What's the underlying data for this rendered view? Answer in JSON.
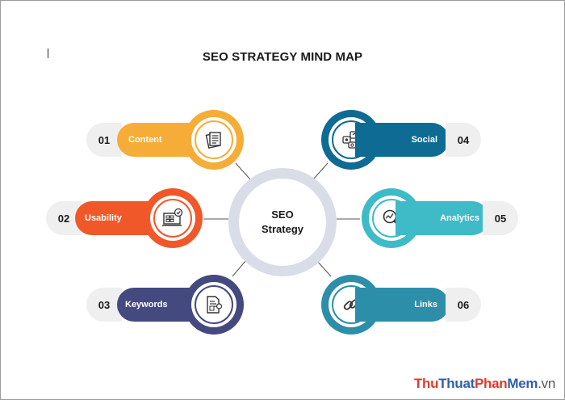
{
  "title": "SEO STRATEGY MIND MAP",
  "center": {
    "line1": "SEO",
    "line2": "Strategy"
  },
  "branches": [
    {
      "num": "01",
      "label": "Content",
      "color": "#f5ad37",
      "ring": "#f5ad37",
      "icon": "document-icon"
    },
    {
      "num": "02",
      "label": "Usability",
      "color": "#f0582a",
      "ring": "#f0582a",
      "icon": "monitor-check-icon"
    },
    {
      "num": "03",
      "label": "Keywords",
      "color": "#444a7f",
      "ring": "#444a7f",
      "icon": "keyword-document-icon"
    },
    {
      "num": "04",
      "label": "Social",
      "color": "#0e6b94",
      "ring": "#0e6b94",
      "icon": "social-network-icon"
    },
    {
      "num": "05",
      "label": "Analytics",
      "color": "#3fbac7",
      "ring": "#3fbac7",
      "icon": "magnifier-chart-icon"
    },
    {
      "num": "06",
      "label": "Links",
      "color": "#2c8ea8",
      "ring": "#2c8ea8",
      "icon": "chain-link-icon"
    }
  ],
  "watermark": {
    "p1": "Thu",
    "p2": "Thuat",
    "p3": "Phan",
    "p4": "Mem",
    "p5": ".vn"
  }
}
